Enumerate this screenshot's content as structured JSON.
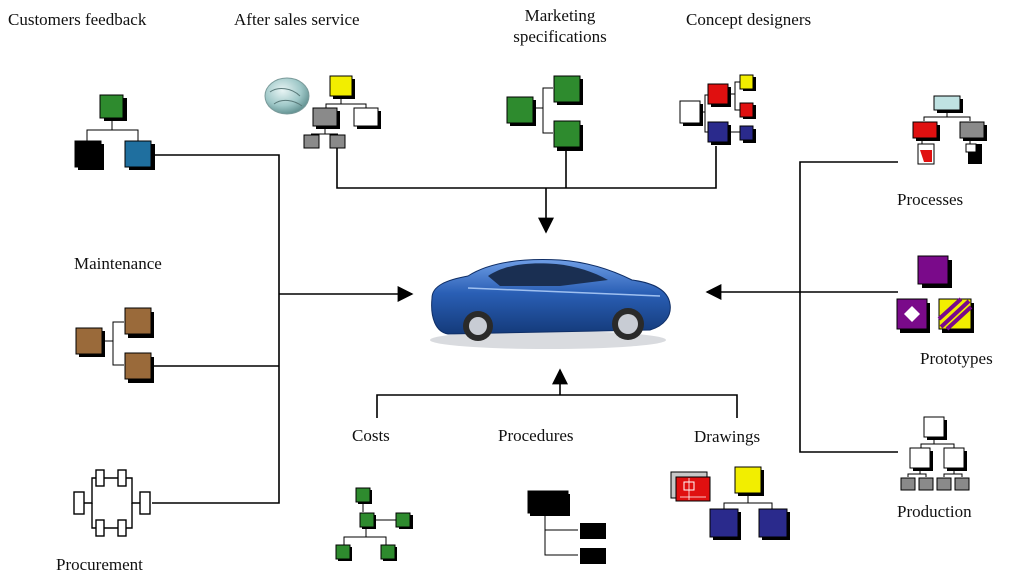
{
  "labels": {
    "customers_feedback": "Customers feedback",
    "after_sales_service": "After sales service",
    "marketing_line1": "Marketing",
    "marketing_line2": "specifications",
    "concept_designers": "Concept designers",
    "maintenance": "Maintenance",
    "procurement": "Procurement",
    "processes": "Processes",
    "prototypes": "Prototypes",
    "production": "Production",
    "costs": "Costs",
    "procedures": "Procedures",
    "drawings": "Drawings"
  },
  "colors": {
    "green": "#2e8b2e",
    "blue": "#1f6f9f",
    "brown": "#9a6a3a",
    "yellow": "#f2ee00",
    "red": "#e01010",
    "navy": "#2a2a8c",
    "purple": "#7a0a8a",
    "grey": "#8a8a8a",
    "black": "#000000",
    "car_body": "#2a5fb5"
  }
}
